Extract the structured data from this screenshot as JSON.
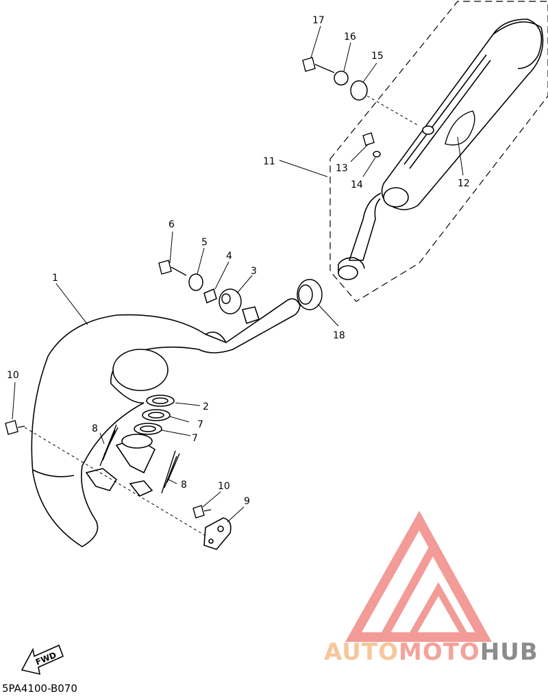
{
  "diagram": {
    "callouts": [
      "1",
      "2",
      "3",
      "4",
      "5",
      "6",
      "7",
      "7",
      "8",
      "8",
      "9",
      "10",
      "10",
      "11",
      "12",
      "13",
      "14",
      "15",
      "16",
      "17",
      "18"
    ],
    "fwd_label": "FWD",
    "part_code": "5PA4100-B070"
  },
  "watermark": {
    "brand_part1": "AUTO",
    "brand_part2": "MOTO",
    "brand_part3": "HUB",
    "colors": {
      "triangle": "#f08a85",
      "auto": "#f7c69a",
      "moto": "#f4a39a",
      "hub": "#8c8c8c"
    }
  }
}
